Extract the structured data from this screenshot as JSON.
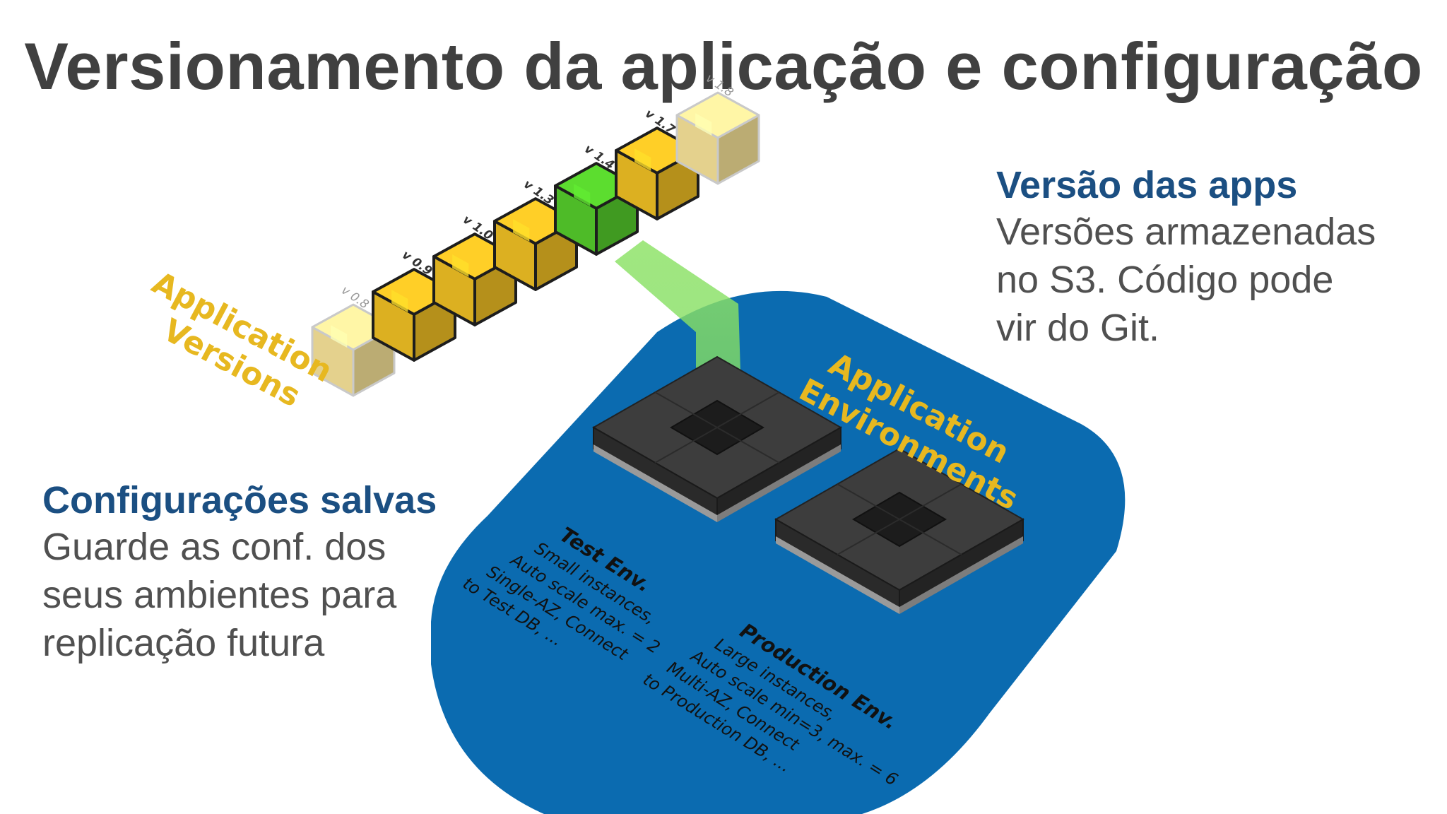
{
  "slide": {
    "title": "Versionamento da aplicação e configuração"
  },
  "apps_block": {
    "heading": "Versão das apps",
    "lines": [
      "Versões armazenadas",
      "no S3. Código pode",
      "vir do Git."
    ]
  },
  "config_block": {
    "heading": "Configurações salvas",
    "lines": [
      "Guarde as conf. dos",
      "seus ambientes para",
      "replicação futura"
    ]
  },
  "diagram": {
    "versions_label_lines": [
      "Application",
      "Versions"
    ],
    "environments_label_lines": [
      "Application",
      "Environments"
    ],
    "versions": [
      {
        "label": "v 0.8",
        "state": "faded"
      },
      {
        "label": "v 0.9",
        "state": "normal"
      },
      {
        "label": "v 1.0",
        "state": "normal"
      },
      {
        "label": "v 1.3",
        "state": "normal"
      },
      {
        "label": "v 1.4",
        "state": "selected"
      },
      {
        "label": "v 1.7",
        "state": "normal"
      },
      {
        "label": "v 1.8",
        "state": "faded"
      }
    ],
    "test_env": {
      "name": "Test Env.",
      "lines": [
        "Small instances,",
        "Auto scale max. = 2",
        "Single-AZ, Connect",
        "to Test DB, ..."
      ]
    },
    "prod_env": {
      "name": "Production Env.",
      "lines": [
        "Large instances,",
        "Auto scale min=3, max. = 6",
        "Multi-AZ, Connect",
        "to Production DB, ..."
      ]
    },
    "colors": {
      "blue_panel": "#0b6bb0",
      "cube_yellow": "#e8b923",
      "cube_green": "#52c52a",
      "cube_faded": "#f0dc94",
      "label_yellow": "#e7b820",
      "env_block": "#3b3b3b"
    }
  }
}
